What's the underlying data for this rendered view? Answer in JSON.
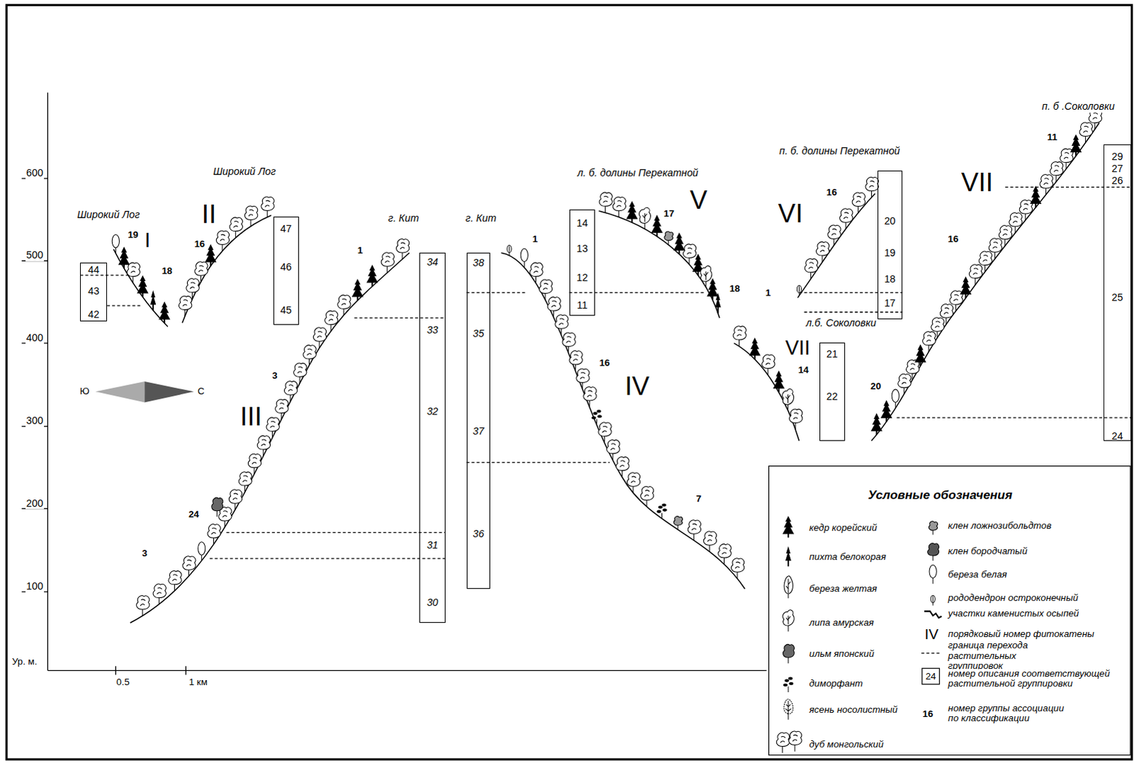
{
  "diagram": {
    "nodes": [
      {
        "text": [
          "44",
          "43",
          "42"
        ]
      },
      {
        "text": [
          "47",
          "46",
          "45"
        ]
      },
      {
        "text": [
          "34",
          "33",
          "32",
          "31",
          "30"
        ]
      },
      {
        "text": [
          "38",
          "35",
          "37",
          "36"
        ]
      },
      {
        "text": [
          "14",
          "13",
          "12",
          "11"
        ]
      },
      {
        "text": [
          "20",
          "19",
          "18",
          "17"
        ]
      },
      {
        "text": [
          "21",
          "22"
        ]
      },
      {
        "text": [
          "29",
          "27",
          "26",
          "25",
          "24"
        ]
      }
    ],
    "labels": [
      "600",
      "500",
      "400",
      "300",
      "200",
      "100",
      "Ур. м.",
      "0.5",
      "1 км",
      "Ю",
      "С",
      "Широкий Лог",
      "Широкий Лог",
      "г. Кит",
      "г. Кит",
      "л. б. долины Перекатной",
      "п. б. долины Перекатной",
      "л.б. Соколовки",
      "п. б .Соколовки",
      "I",
      "II",
      "III",
      "IV",
      "V",
      "VI",
      "VII",
      "VII",
      "19",
      "18",
      "16",
      "1",
      "3",
      "24",
      "3",
      "1",
      "16",
      "7",
      "17",
      "18",
      "16",
      "1",
      "14",
      "20",
      "16",
      "11",
      "Условные обозначения",
      "IV",
      "24",
      "16"
    ],
    "legend": [
      {
        "text": "кедр корейский"
      },
      {
        "text": "пихта белокорая"
      },
      {
        "text": "береза желтая"
      },
      {
        "text": "липа амурская"
      },
      {
        "text": "ильм японский"
      },
      {
        "text": "диморфант"
      },
      {
        "text": "ясень носолистный"
      },
      {
        "text": "дуб монгольский"
      },
      {
        "text": "клен ложнозибольдтов"
      },
      {
        "text": "клен бородчатый"
      },
      {
        "text": "береза белая"
      },
      {
        "text": "рододендрон остроконечный"
      },
      {
        "text": "участки каменистых осыпей"
      },
      {
        "text": "порядковый номер фитокатены"
      },
      {
        "text": "граница перехода растительных группировок"
      },
      {
        "text": "номер описания соответствующей растительной группировки"
      },
      {
        "text": "номер группы ассоциации по классификации"
      }
    ]
  }
}
